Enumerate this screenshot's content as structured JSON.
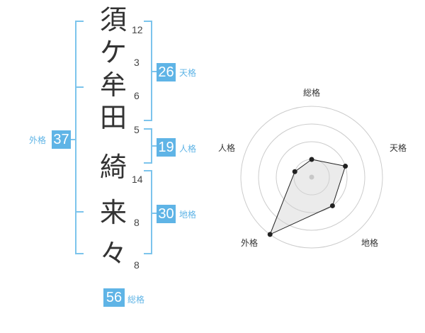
{
  "name_chars": [
    {
      "char": "須",
      "strokes": "12"
    },
    {
      "char": "ケ",
      "strokes": "3"
    },
    {
      "char": "牟",
      "strokes": "6"
    },
    {
      "char": "田",
      "strokes": "5"
    },
    {
      "char": "綺",
      "strokes": "14"
    },
    {
      "char": "来",
      "strokes": "8"
    },
    {
      "char": "々",
      "strokes": "8"
    }
  ],
  "kakusu": {
    "tenkaku": {
      "value": "26",
      "label": "天格"
    },
    "jinkaku": {
      "value": "19",
      "label": "人格"
    },
    "chikaku": {
      "value": "30",
      "label": "地格"
    },
    "gaikaku": {
      "value": "37",
      "label": "外格"
    },
    "soukaku": {
      "value": "56",
      "label": "総格"
    }
  },
  "chart_data": {
    "type": "radar",
    "axes": [
      "総格",
      "天格",
      "地格",
      "外格",
      "人格"
    ],
    "values": [
      1,
      2,
      2,
      4,
      1
    ],
    "max": 4,
    "rings": 4,
    "colors": {
      "ring": "#cccccc",
      "fill": "rgba(210,210,210,0.45)",
      "line": "#222222",
      "point": "#222222",
      "center": "#c8c8c8"
    }
  }
}
